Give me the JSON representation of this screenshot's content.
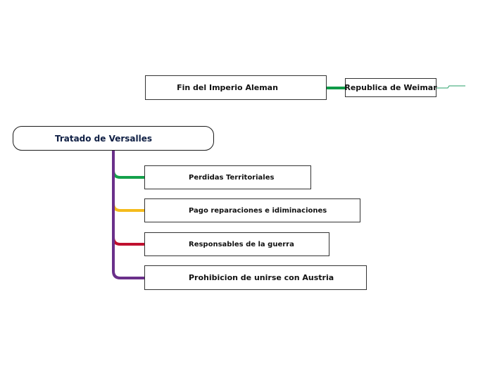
{
  "diagram": {
    "root": {
      "label": "Tratado de Versalles"
    },
    "top_branch": {
      "node": {
        "label": "Fin del Imperio Aleman"
      },
      "child": {
        "label": "Republica de Weimar"
      },
      "connector_color": "#0e9a47",
      "tail_color": "#2aa06a"
    },
    "children": [
      {
        "label": "Perdidas Territoriales",
        "color": "#14a14b"
      },
      {
        "label": "Pago reparaciones e idiminaciones",
        "color": "#f4bb1c"
      },
      {
        "label": "Responsables de la guerra",
        "color": "#c0102f"
      },
      {
        "label": "Prohibicion de unirse con Austria",
        "color": "#6a2f8a"
      }
    ],
    "trunk_color": "#6a2f8a"
  }
}
